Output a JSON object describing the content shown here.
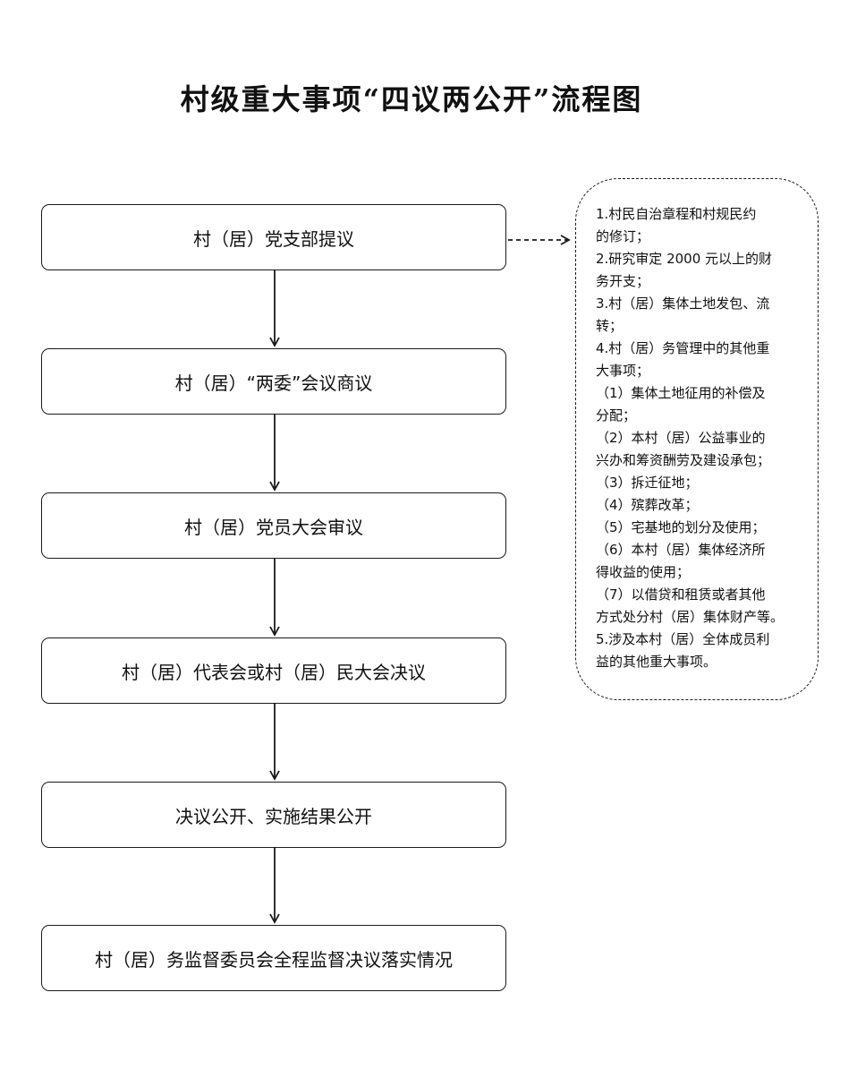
{
  "title": "村级重大事项“四议两公开”流程图",
  "steps": [
    "村（居）党支部提议",
    "村（居）“两委”会议商议",
    "村（居）党员大会审议",
    "村（居）代表会或村（居）民大会决议",
    "决议公开、实施结果公开",
    "村（居）务监督委员会全程监督决议落实情况"
  ],
  "note_lines": [
    "1.村民自治章程和村规民约",
    "的修订；",
    "2.研究审定 2000 元以上的财",
    "务开支；",
    "3.村（居）集体土地发包、流",
    "转；",
    "4.村（居）务管理中的其他重",
    "大事项；",
    "（1）集体土地征用的补偿及",
    "分配；",
    "（2）本村（居）公益事业的",
    "兴办和筹资酬劳及建设承包；",
    "（3）拆迁征地；",
    "（4）殡葬改革；",
    "（5）宅基地的划分及使用；",
    "（6）本村（居）集体经济所",
    "得收益的使用；",
    "（7）以借贷和租赁或者其他",
    "方式处分村（居）集体财产等。",
    "5.涉及本村（居）全体成员利",
    "益的其他重大事项。"
  ]
}
